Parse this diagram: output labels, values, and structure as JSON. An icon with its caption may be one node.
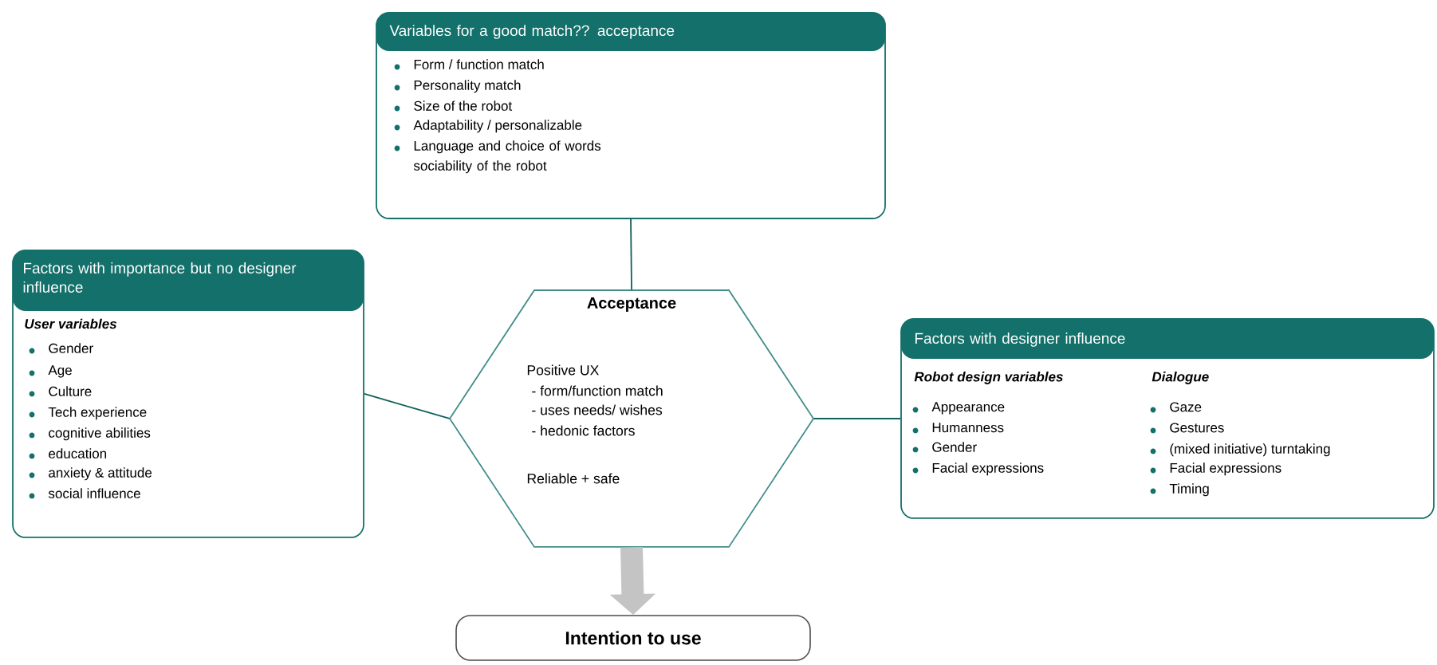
{
  "diagram": {
    "nodes": [
      {
        "text": [
          "Variables for a good match?? acceptance",
          "Form / function match",
          "Personality match",
          "Size of the robot",
          "Adaptability / personalizable",
          "Language and choice of words sociability of the robot"
        ]
      },
      {
        "text": [
          "Factors with importance but no designer influence",
          "User variables",
          "Gender",
          "Age",
          "Culture",
          "Tech experience",
          "cognitive abilities",
          "education",
          "anxiety & attitude",
          "social influence"
        ]
      },
      {
        "text": [
          "Acceptance",
          "Positive UX",
          "- form/function match",
          "- uses needs/ wishes",
          "- hedonic factors",
          "Reliable + safe"
        ]
      },
      {
        "text": [
          "Factors with designer influence",
          "Robot design variables",
          "Appearance",
          "Humanness",
          "Gender",
          "Facial expressions",
          "Dialogue",
          "Gaze",
          "Gestures",
          "(mixed initiative) turntaking",
          "Facial expressions",
          "Timing"
        ]
      },
      {
        "text": [
          "Intention to use"
        ]
      }
    ],
    "edges": [
      {
        "from": 0,
        "to": 2,
        "arrow": "none"
      },
      {
        "from": 1,
        "to": 2,
        "arrow": "none"
      },
      {
        "from": 3,
        "to": 2,
        "arrow": "none"
      },
      {
        "from": 2,
        "to": 4,
        "arrow": "to",
        "style": "thick",
        "color": "#c4c4c4"
      }
    ]
  }
}
